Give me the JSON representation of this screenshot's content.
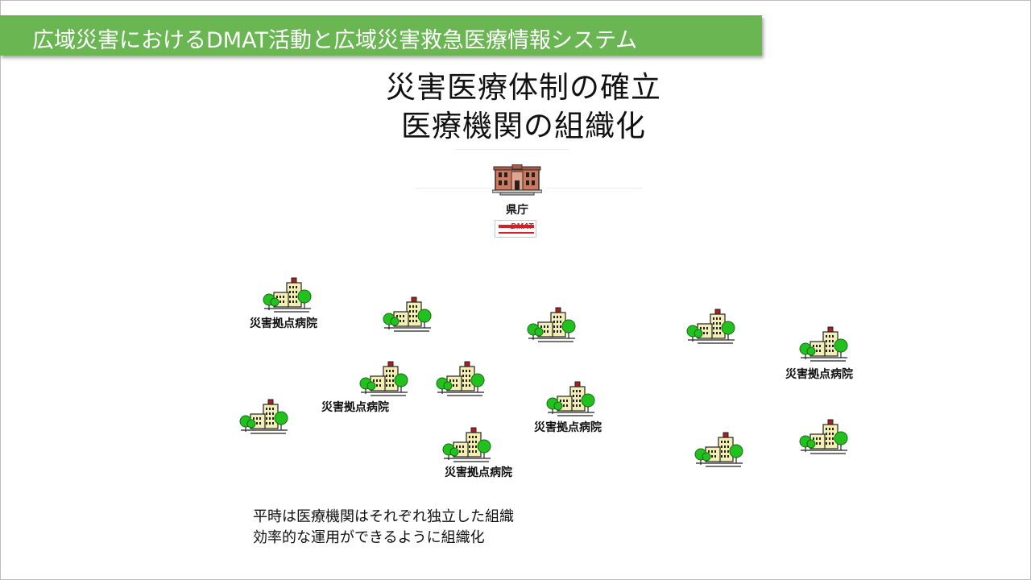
{
  "banner": {
    "title": "広域災害におけるDMAT活動と広域災害救急医療情報システム"
  },
  "slide": {
    "title_line1": "災害医療体制の確立",
    "title_line2": "医療機関の組織化",
    "prefecture_label": "県庁",
    "dmat_logo_text": "DMAT",
    "hospital_label": "災害拠点病院",
    "notes": [
      "平時は医療機関はそれぞれ独立した組織",
      "効率的な運用ができるように組織化"
    ]
  },
  "colors": {
    "banner": "#6ab653",
    "tree": "#22c21e",
    "building": "#f3efb4",
    "chimney": "#b01f1f",
    "government_building": "#c97a63",
    "dmat_red": "#d32027"
  },
  "icons": {
    "government": "government-building-icon",
    "hospital": "hospital-building-icon",
    "dmat": "dmat-logo-icon"
  }
}
